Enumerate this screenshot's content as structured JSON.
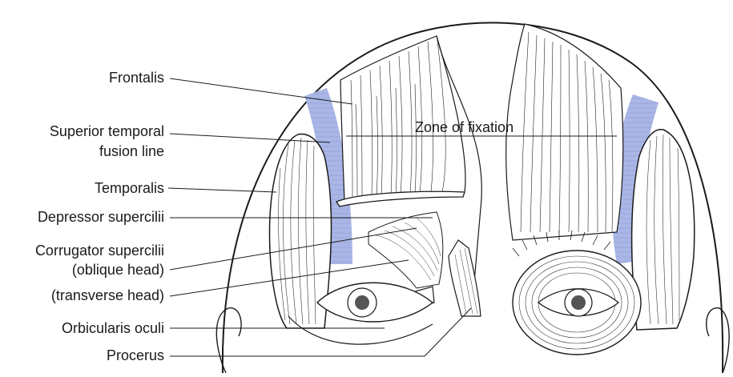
{
  "labels": {
    "frontalis": "Frontalis",
    "superior_temporal_1": "Superior temporal",
    "superior_temporal_2": "fusion line",
    "temporalis": "Temporalis",
    "depressor": "Depressor supercilii",
    "corrugator": "Corrugator supercilii",
    "oblique": "(oblique head)",
    "transverse": "(transverse head)",
    "orbicularis": "Orbicularis oculi",
    "procerus": "Procerus",
    "zone": "Zone of fixation"
  },
  "colors": {
    "fusion_band": "#aab6e6",
    "line": "#1a1a1a",
    "skin": "#ffffff"
  }
}
